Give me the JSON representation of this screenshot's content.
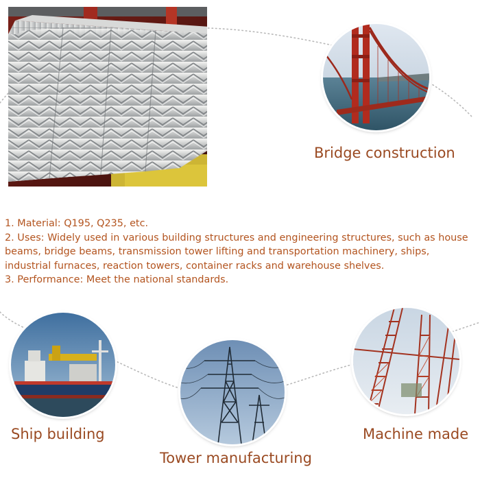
{
  "captions": {
    "bridge": "Bridge construction",
    "ship": "Ship building",
    "tower": "Tower manufacturing",
    "machine": "Machine made"
  },
  "description": {
    "line1": "1. Material: Q195, Q235, etc.",
    "line2": "2. Uses: Widely used in various building structures and engineering structures, such as house",
    "line3": "beams, bridge beams, transmission tower lifting and transportation machinery, ships,",
    "line4": "industrial furnaces, reaction towers, container racks and warehouse shelves.",
    "line5": "3. Performance: Meet the national standards."
  },
  "colors": {
    "caption": "#9a4a22",
    "description_text": "#b3541f",
    "wave_dots": "#b8b8b8"
  }
}
